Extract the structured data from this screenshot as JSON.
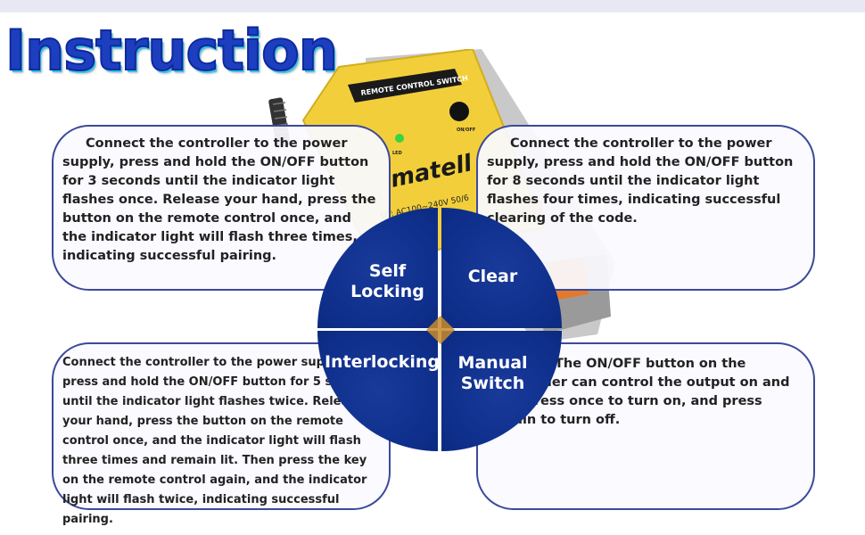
{
  "title": "Instruction",
  "device": {
    "header": "REMOTE CONTROL SWITCH",
    "led_label": "LED",
    "button_label": "ON/OFF",
    "brand": "matell",
    "input": "UT: AC100~240V 50/6"
  },
  "modes": {
    "self_locking": {
      "label_line1": "Self",
      "label_line2": "Locking",
      "description": "Connect the controller to the power supply, press and hold the ON/OFF button for 3 seconds until the indicator light flashes once. Release your hand, press the button on the remote control once, and the indicator light will flash three times, indicating successful pairing."
    },
    "clear": {
      "label": "Clear",
      "description": "Connect the controller to the power supply, press and hold the ON/OFF button for 8 seconds until the indicator light flashes four times, indicating successful clearing of the code."
    },
    "interlocking": {
      "label": "Interlocking",
      "description": "Connect the controller to the power supply, press and hold the ON/OFF button for 5 seconds until the indicator light flashes twice. Release your hand, press the button on the remote control once, and the indicator light will flash three times and remain lit. Then press the key on the remote control again, and the indicator light will flash twice, indicating successful pairing."
    },
    "manual_switch": {
      "label_line1": "Manual",
      "label_line2": "Switch",
      "description": "The ON/OFF button on the controller can control the output on and off. Press once to turn on, and press again to turn off."
    }
  },
  "colors": {
    "title": "#1d3fbf",
    "quadrant": "#0f2f8c",
    "box_border": "#3c4a9a",
    "device_yellow": "#f2cf3a"
  }
}
